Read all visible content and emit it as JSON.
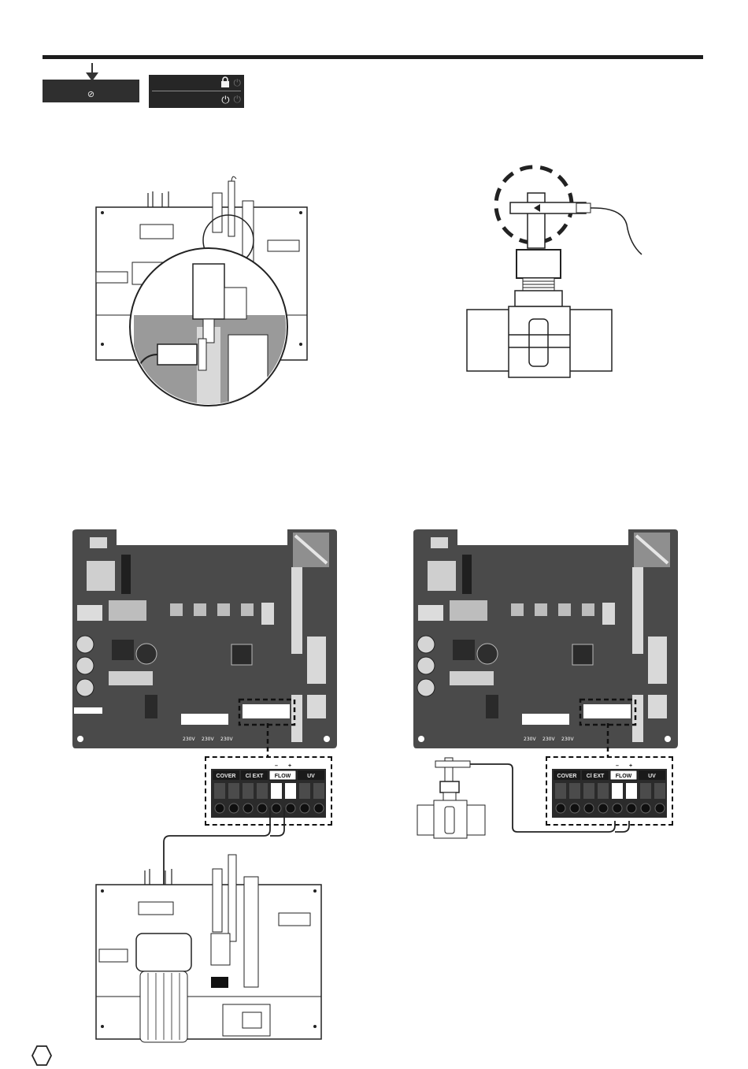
{
  "header": {
    "mode_button_icon": "settings-knob-icon",
    "status_icons": [
      "lock-icon",
      "power-icon"
    ]
  },
  "colors": {
    "ink": "#1c1c1c",
    "board": "#4a4a4a",
    "board_light": "#7a7a7a",
    "terminal": "#3a3a3a",
    "highlight_terminal": "#ffffff",
    "rule": "#1c1c1c"
  },
  "terminal_labels": {
    "cover": "COVER",
    "ci_ext": "Cl EXT",
    "flow": "FLOW",
    "uv": "UV",
    "minus": "–",
    "plus": "+"
  },
  "voltage_labels": [
    "230V",
    "230V",
    "230V"
  ],
  "icons": {
    "arrow": "down-arrow-icon",
    "flow_arrow": "left-arrow-icon",
    "page_badge": "hexagon-icon"
  }
}
